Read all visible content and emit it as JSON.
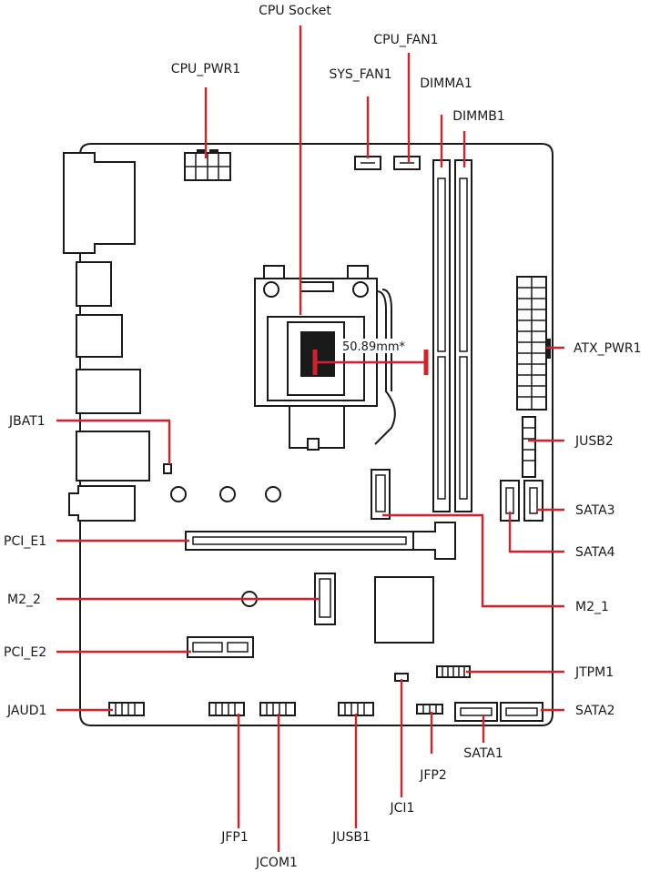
{
  "colors": {
    "leader": "#d2232a",
    "outline": "#1a1a1a"
  },
  "labels": {
    "cpu_socket": "CPU Socket",
    "cpu_fan1": "CPU_FAN1",
    "cpu_pwr1": "CPU_PWR1",
    "sys_fan1": "SYS_FAN1",
    "dimma1": "DIMMA1",
    "dimmb1": "DIMMB1",
    "atx_pwr1": "ATX_PWR1",
    "jusb2": "JUSB2",
    "jbat1": "JBAT1",
    "sata3": "SATA3",
    "sata4": "SATA4",
    "pci_e1": "PCI_E1",
    "m2_2": "M2_2",
    "m2_1": "M2_1",
    "pci_e2": "PCI_E2",
    "jtpm1": "JTPM1",
    "jaud1": "JAUD1",
    "sata2": "SATA2",
    "sata1": "SATA1",
    "jfp2": "JFP2",
    "jci1": "JCI1",
    "jfp1": "JFP1",
    "jusb1": "JUSB1",
    "jcom1": "JCOM1"
  },
  "measurement": "50.89mm*"
}
